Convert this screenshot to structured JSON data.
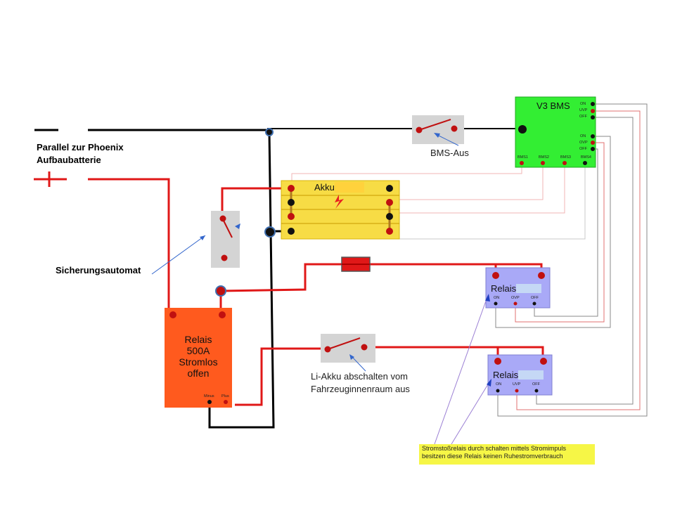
{
  "labels": {
    "parallel_line1": "Parallel zur Phoenix",
    "parallel_line2": "Aufbaubatterie",
    "sicherungsautomat": "Sicherungsautomat",
    "bms_aus": "BMS-Aus",
    "li_akku_line1": "Li-Akku abschalten vom",
    "li_akku_line2": "Fahrzeuginnenraum  aus"
  },
  "bms": {
    "title": "V3 BMS",
    "pins_top": [
      "ON",
      "UVP",
      "OFF"
    ],
    "pins_mid": [
      "ON",
      "OVP",
      "OFF"
    ],
    "pins_bottom": [
      "BMS1",
      "BMS2",
      "BMS3",
      "BMS4"
    ],
    "color": "#33ee33"
  },
  "akku": {
    "title": "Akku",
    "color": "#f7dc45"
  },
  "relais_main": {
    "line1": "Relais",
    "line2": "500A",
    "line3": "Stromlos",
    "line4": "offen",
    "pin_minus": "Minus",
    "pin_plus": "Plus",
    "color": "#ff5a1e"
  },
  "relais_upper": {
    "title": "Relais",
    "pins": [
      "ON",
      "OVP",
      "OFF"
    ],
    "color": "#a9a9f7"
  },
  "relais_lower": {
    "title": "Relais",
    "pins": [
      "ON",
      "UVP",
      "OFF"
    ],
    "color": "#a9a9f7"
  },
  "note": {
    "line1": "Stromstoßrelais durch schalten mittels Stromimpuls",
    "line2": "besitzen diese Relais keinen Ruhestromverbrauch"
  },
  "colors": {
    "wire_red": "#e01818",
    "wire_black": "#000000",
    "switch_grey": "#d4d4d4",
    "arrow_blue": "#3366cc",
    "note_yellow": "#f6f646"
  }
}
